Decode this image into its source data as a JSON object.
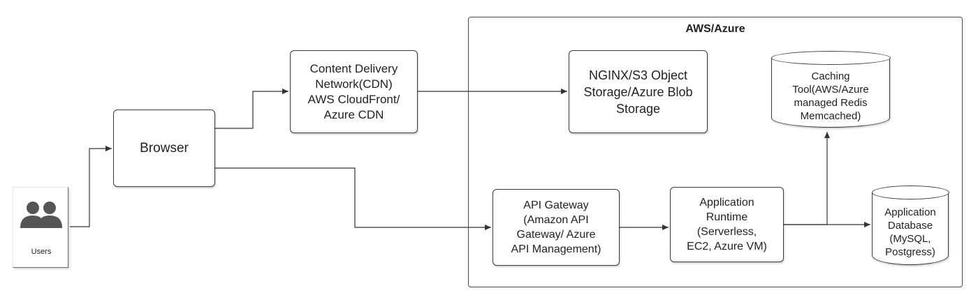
{
  "region": {
    "title": "AWS/Azure"
  },
  "nodes": {
    "users": "Users",
    "browser": "Browser",
    "cdn": "Content Delivery\nNetwork(CDN)\nAWS CloudFront/\nAzure CDN",
    "storage": "NGINX/S3 Object\nStorage/Azure Blob\nStorage",
    "cache": "Caching\nTool(AWS/Azure\nmanaged Redis\nMemcached)",
    "gateway": "API Gateway\n(Amazon API\nGateway/ Azure\nAPI Management)",
    "runtime": "Application\nRuntime\n(Serverless,\nEC2, Azure VM)",
    "database": "Application\nDatabase\n(MySQL,\nPostgress)"
  },
  "colors": {
    "stroke": "#3a3a3a",
    "icon": "#555555",
    "text": "#222222"
  },
  "icons": {
    "users": "users-group-icon"
  }
}
